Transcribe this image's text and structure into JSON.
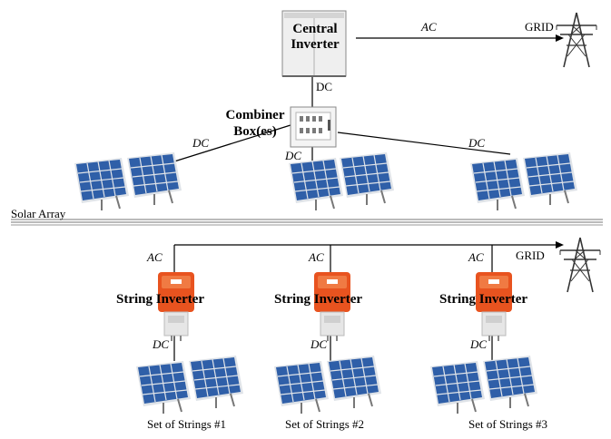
{
  "top": {
    "central_inverter_label": [
      "Central",
      "Inverter"
    ],
    "ac_label": "AC",
    "grid_label": "GRID",
    "dc_under_inverter": "DC",
    "combiner_label": [
      "Combiner",
      "Box(es)"
    ],
    "dc_left": "DC",
    "dc_middle": "DC",
    "dc_right": "DC",
    "array_label": "Solar Array"
  },
  "bottom": {
    "grid_label": "GRID",
    "strings": [
      {
        "ac_label": "AC",
        "inverter_label": "String Inverter",
        "dc_label": "DC",
        "set_label": "Set of Strings #1"
      },
      {
        "ac_label": "AC",
        "inverter_label": "String Inverter",
        "dc_label": "DC",
        "set_label": "Set of Strings #2"
      },
      {
        "ac_label": "AC",
        "inverter_label": "String Inverter",
        "dc_label": "DC",
        "set_label": "Set of Strings #3"
      }
    ]
  },
  "colors": {
    "panel_blue": "#2f5fa8",
    "panel_frame": "#d9dde3",
    "inverter_orange": "#e8531f",
    "inverter_grey": "#e6e6e6",
    "line": "#000000"
  },
  "icons": [
    "central-inverter-icon",
    "transmission-tower-icon",
    "combiner-box-icon",
    "solar-panel-icon",
    "string-inverter-icon"
  ]
}
